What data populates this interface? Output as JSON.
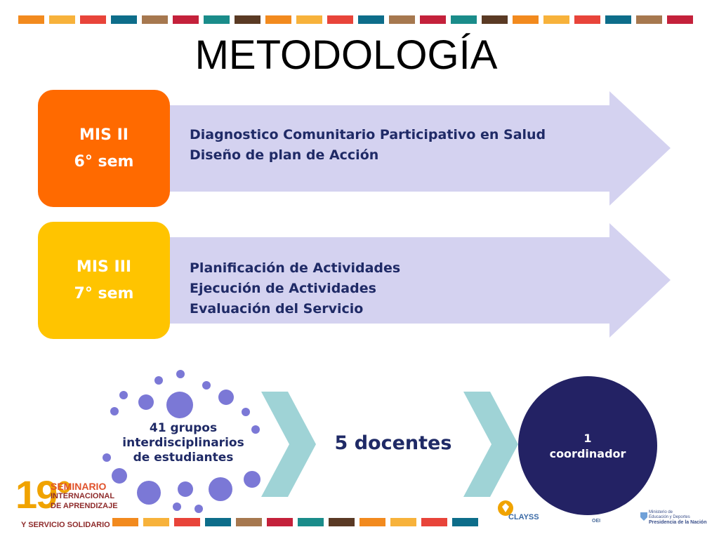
{
  "title": "METODOLOGÍA",
  "colors": {
    "stripe_palette": [
      "#f28a1e",
      "#f7b23b",
      "#e8443a",
      "#0d6d8a",
      "#a6784f",
      "#c4213b",
      "#1a8c8a",
      "#5a3a24"
    ],
    "arrow_fill": "#d4d2f0",
    "mis2": "#ff6a00",
    "mis3": "#ffc400",
    "text_dark": "#1f2a66",
    "bubble": "#7b78d6",
    "chevron": "#9fd3d6",
    "coordinator": "#232264"
  },
  "stages": [
    {
      "label": "MIS II",
      "semester": "6° sem",
      "items": [
        "Diagnostico Comunitario Participativo en Salud",
        "Diseño de plan de Acción"
      ]
    },
    {
      "label": "MIS III",
      "semester": "7° sem",
      "items": [
        "Planificación de Actividades",
        "Ejecución de Actividades",
        "Evaluación del Servicio"
      ]
    }
  ],
  "flow": {
    "groups": [
      "41 grupos",
      "interdisciplinarios",
      "de estudiantes"
    ],
    "docentes": "5 docentes",
    "coordinator": [
      "1",
      "coordinador"
    ]
  },
  "logos": {
    "seminar_number": "19°",
    "seminar_lines": [
      "SEMINARIO",
      "INTERNACIONAL",
      "DE APRENDIZAJE"
    ],
    "seminar_last": "Y SERVICIO SOLIDARIO",
    "clayss": "CLAYSS",
    "oei": "OEI",
    "ministry_lines": [
      "Ministerio de",
      "Educación y Deportes"
    ],
    "ministry_big": "Presidencia de la Nación"
  }
}
